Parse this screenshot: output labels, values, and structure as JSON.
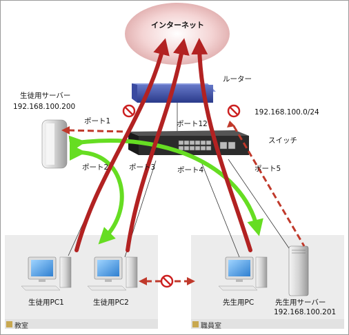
{
  "labels": {
    "internet": "インターネット",
    "router": "ルーター",
    "switch": "スイッチ",
    "network": "192.168.100.0/24",
    "student_server_name": "生徒用サーバー",
    "student_server_ip": "192.168.100.200",
    "teacher_server_name": "先生用サーバー",
    "teacher_server_ip": "192.168.100.201",
    "student_pc1": "生徒用PC1",
    "student_pc2": "生徒用PC2",
    "teacher_pc": "先生用PC"
  },
  "ports": {
    "p1": "ポート1",
    "p2": "ポート2",
    "p3": "ポート3",
    "p4": "ポート4",
    "p5": "ポート5",
    "p12": "ポート12"
  },
  "rooms": {
    "classroom": "教室",
    "staff_room": "職員室"
  },
  "colors": {
    "internet_cloud": "#f2c6c6",
    "allowed_to_internet": "#b22222",
    "allowed_to_student_server": "#66dd22",
    "blocked_link": "#c0392b",
    "room_fill": "#ececec",
    "room_tag": "#c8a850"
  },
  "icons": {
    "block": "no-entry-icon"
  }
}
